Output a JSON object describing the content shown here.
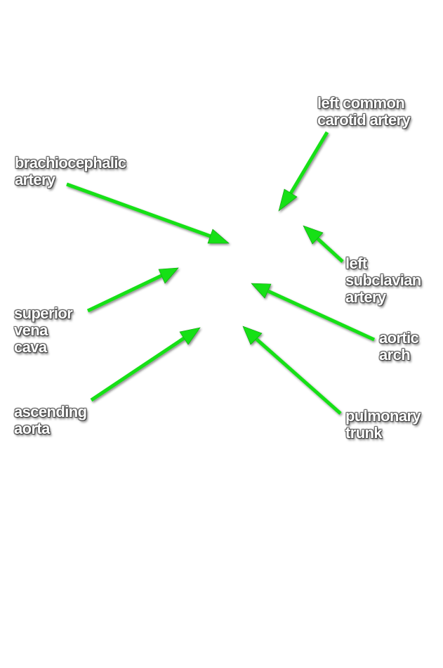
{
  "labels": {
    "left_common_carotid": [
      "left common",
      "carotid artery"
    ],
    "brachiocephalic": [
      "brachiocephalic",
      "artery"
    ],
    "left_subclavian": [
      "left",
      "subclavian",
      "artery"
    ],
    "superior_vena_cava": [
      "superior",
      "vena",
      "cava"
    ],
    "aortic_arch": [
      "aortic",
      "arch"
    ],
    "ascending_aorta": [
      "ascending",
      "aorta"
    ],
    "pulmonary_trunk": [
      "pulmonary",
      "trunk"
    ]
  },
  "colors": {
    "arrow": "#16e016",
    "label_text": "#ffffff",
    "label_outline": "#444444",
    "background": "#ffffff"
  }
}
